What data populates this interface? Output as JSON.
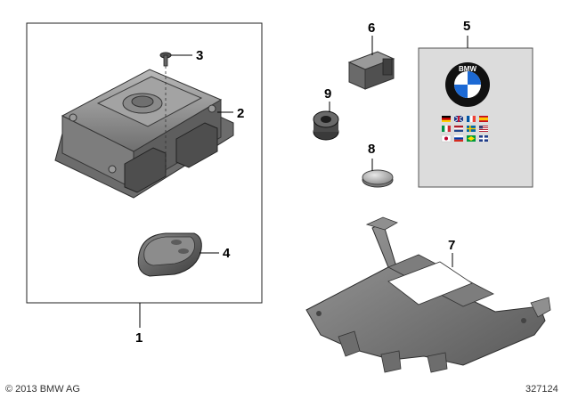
{
  "callouts": {
    "c1": "1",
    "c2": "2",
    "c3": "3",
    "c4": "4",
    "c5": "5",
    "c6": "6",
    "c7": "7",
    "c8": "8",
    "c9": "9"
  },
  "footer": {
    "copyright": "© 2013 BMW AG",
    "diagram_number": "327124"
  },
  "booklet": {
    "logo_text": "BMW",
    "logo_colors": {
      "blue": "#1c69d4",
      "white": "#ffffff",
      "ring": "#111111"
    }
  }
}
